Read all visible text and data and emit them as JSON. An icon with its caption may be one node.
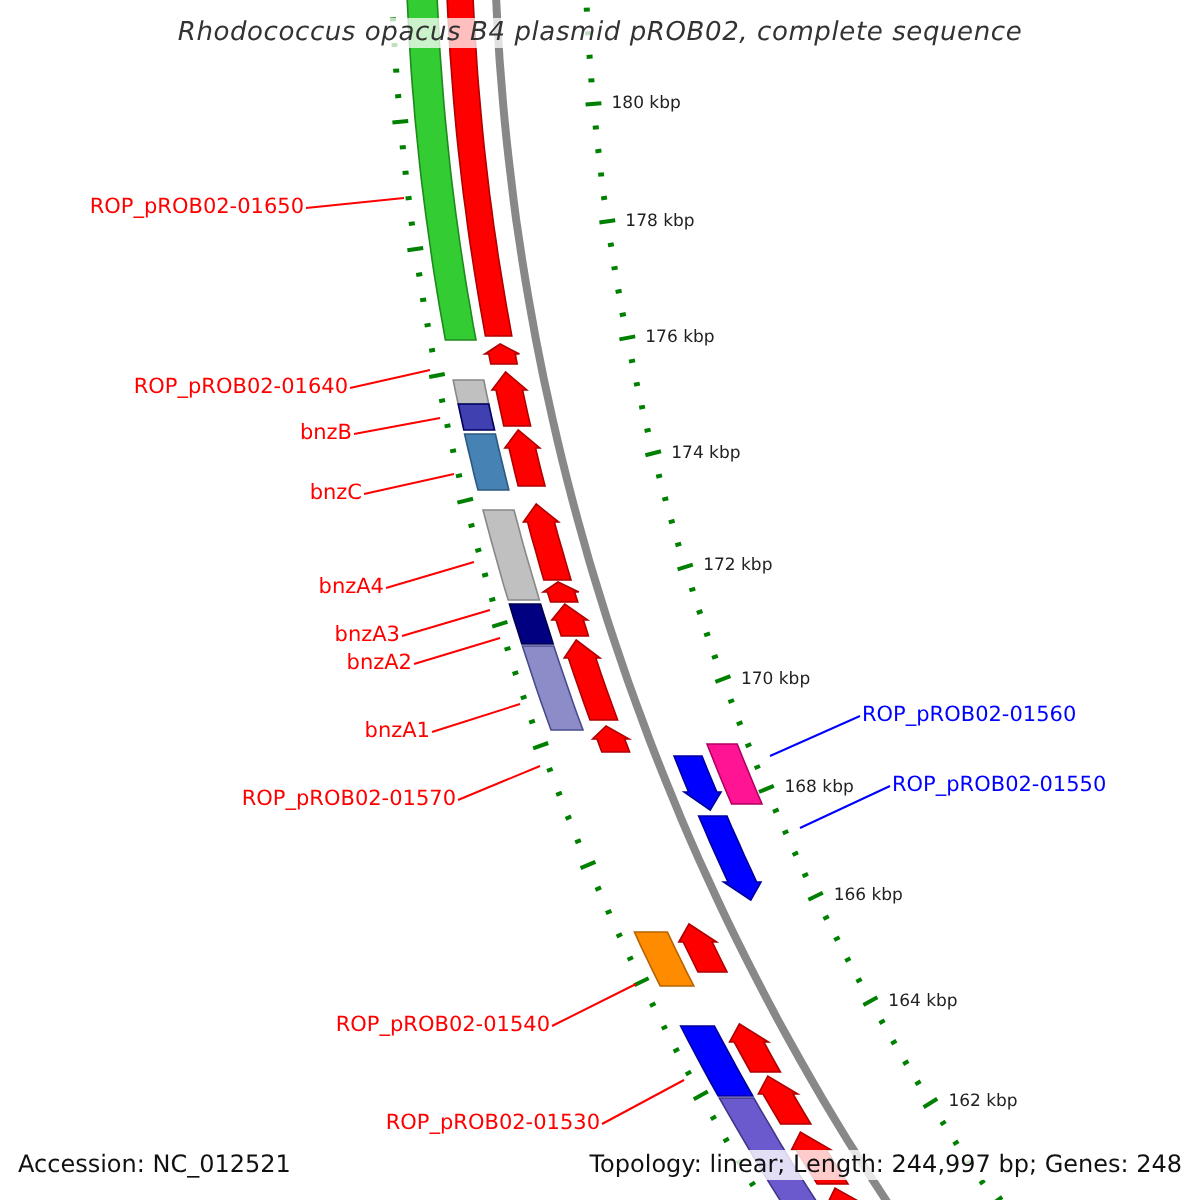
{
  "diagram": {
    "title": "Rhodococcus opacus B4 plasmid pROB02, complete sequence",
    "nodes": [
      {
        "text": [
          "ROP_pROB02-01650"
        ]
      },
      {
        "text": [
          "ROP_pROB02-01640"
        ]
      },
      {
        "text": [
          "bnzB"
        ]
      },
      {
        "text": [
          "bnzC"
        ]
      },
      {
        "text": [
          "bnzA4"
        ]
      },
      {
        "text": [
          "bnzA3"
        ]
      },
      {
        "text": [
          "bnzA2"
        ]
      },
      {
        "text": [
          "ROP_pROB02-01560"
        ]
      },
      {
        "text": [
          "bnzA1"
        ]
      },
      {
        "text": [
          "ROP_pROB02-01550"
        ]
      },
      {
        "text": [
          "ROP_pROB02-01570"
        ]
      },
      {
        "text": [
          "ROP_pROB02-01540"
        ]
      },
      {
        "text": [
          "ROP_pROB02-01530"
        ]
      }
    ],
    "edges": [
      {
        "from": 0,
        "to": null,
        "arrow": "none"
      },
      {
        "from": 1,
        "to": null,
        "arrow": "none"
      },
      {
        "from": 2,
        "to": null,
        "arrow": "none"
      },
      {
        "from": 3,
        "to": null,
        "arrow": "none"
      },
      {
        "from": 4,
        "to": null,
        "arrow": "none"
      },
      {
        "from": 5,
        "to": null,
        "arrow": "none"
      },
      {
        "from": 6,
        "to": null,
        "arrow": "none"
      },
      {
        "from": 7,
        "to": null,
        "arrow": "none",
        "color": "#0000ff"
      },
      {
        "from": 8,
        "to": null,
        "arrow": "none"
      },
      {
        "from": 9,
        "to": null,
        "arrow": "none",
        "color": "#0000ff"
      },
      {
        "from": 10,
        "to": null,
        "arrow": "none"
      },
      {
        "from": 11,
        "to": null,
        "arrow": "none"
      },
      {
        "from": 12,
        "to": null,
        "arrow": "none"
      }
    ],
    "labels": [
      "180 kbp",
      "178 kbp",
      "176 kbp",
      "174 kbp",
      "172 kbp",
      "170 kbp",
      "168 kbp",
      "166 kbp",
      "164 kbp",
      "162 kbp",
      "Accession: NC_012521",
      "Topology: linear; Length: 244,997 bp; Genes: 248"
    ]
  }
}
